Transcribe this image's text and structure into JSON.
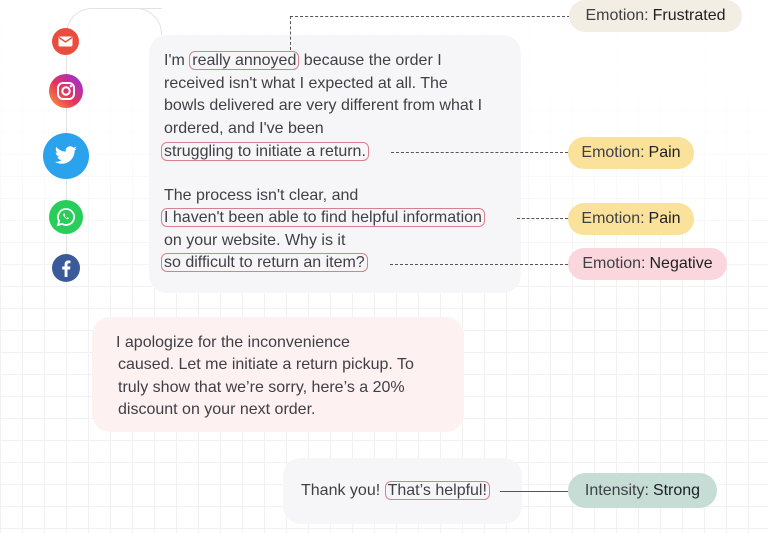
{
  "colors": {
    "highlight_border": "#d9808c",
    "customer_bubble": "#f6f6f8",
    "agent_bubble": "#fdf1f1",
    "tag_frustrated": "#f3eee3",
    "tag_pain": "#fae29a",
    "tag_negative": "#f9d7dc",
    "tag_intensity": "#c5ddd4"
  },
  "channels": [
    {
      "icon": "email-icon",
      "color": "#e94b3c"
    },
    {
      "icon": "instagram-icon",
      "color": "#c13584"
    },
    {
      "icon": "twitter-icon",
      "color": "#1da1f2"
    },
    {
      "icon": "whatsapp-icon",
      "color": "#25d366"
    },
    {
      "icon": "facebook-icon",
      "color": "#3b5998"
    }
  ],
  "customer_message": {
    "l1_pre": "I'm ",
    "l1_hl": "really annoyed",
    "l1_post": " because the order I",
    "l2": "received isn't what I expected at all. The",
    "l3": "bowls delivered are very different from what I",
    "l4": "ordered, and I've been",
    "l5_hl": "struggling to initiate a return.",
    "l6": "The process isn't clear, and",
    "l7_hl": "I haven't been able to find helpful information",
    "l8": "on your website. Why is it",
    "l9_hl": "so difficult to return an item?"
  },
  "agent_message": {
    "l1": " I apologize for the inconvenience",
    "l2": "caused. Let me initiate a return pickup. To",
    "l3": "truly show that we’re sorry, here’s a 20%",
    "l4": "discount on your next order."
  },
  "thanks_message": {
    "pre": "Thank you! ",
    "hl": "That’s helpful!"
  },
  "tags": [
    {
      "label": "Emotion:",
      "value": "Frustrated"
    },
    {
      "label": "Emotion:",
      "value": "Pain"
    },
    {
      "label": "Emotion:",
      "value": "Pain"
    },
    {
      "label": "Emotion:",
      "value": "Negative"
    },
    {
      "label": "Intensity:",
      "value": "Strong"
    }
  ]
}
